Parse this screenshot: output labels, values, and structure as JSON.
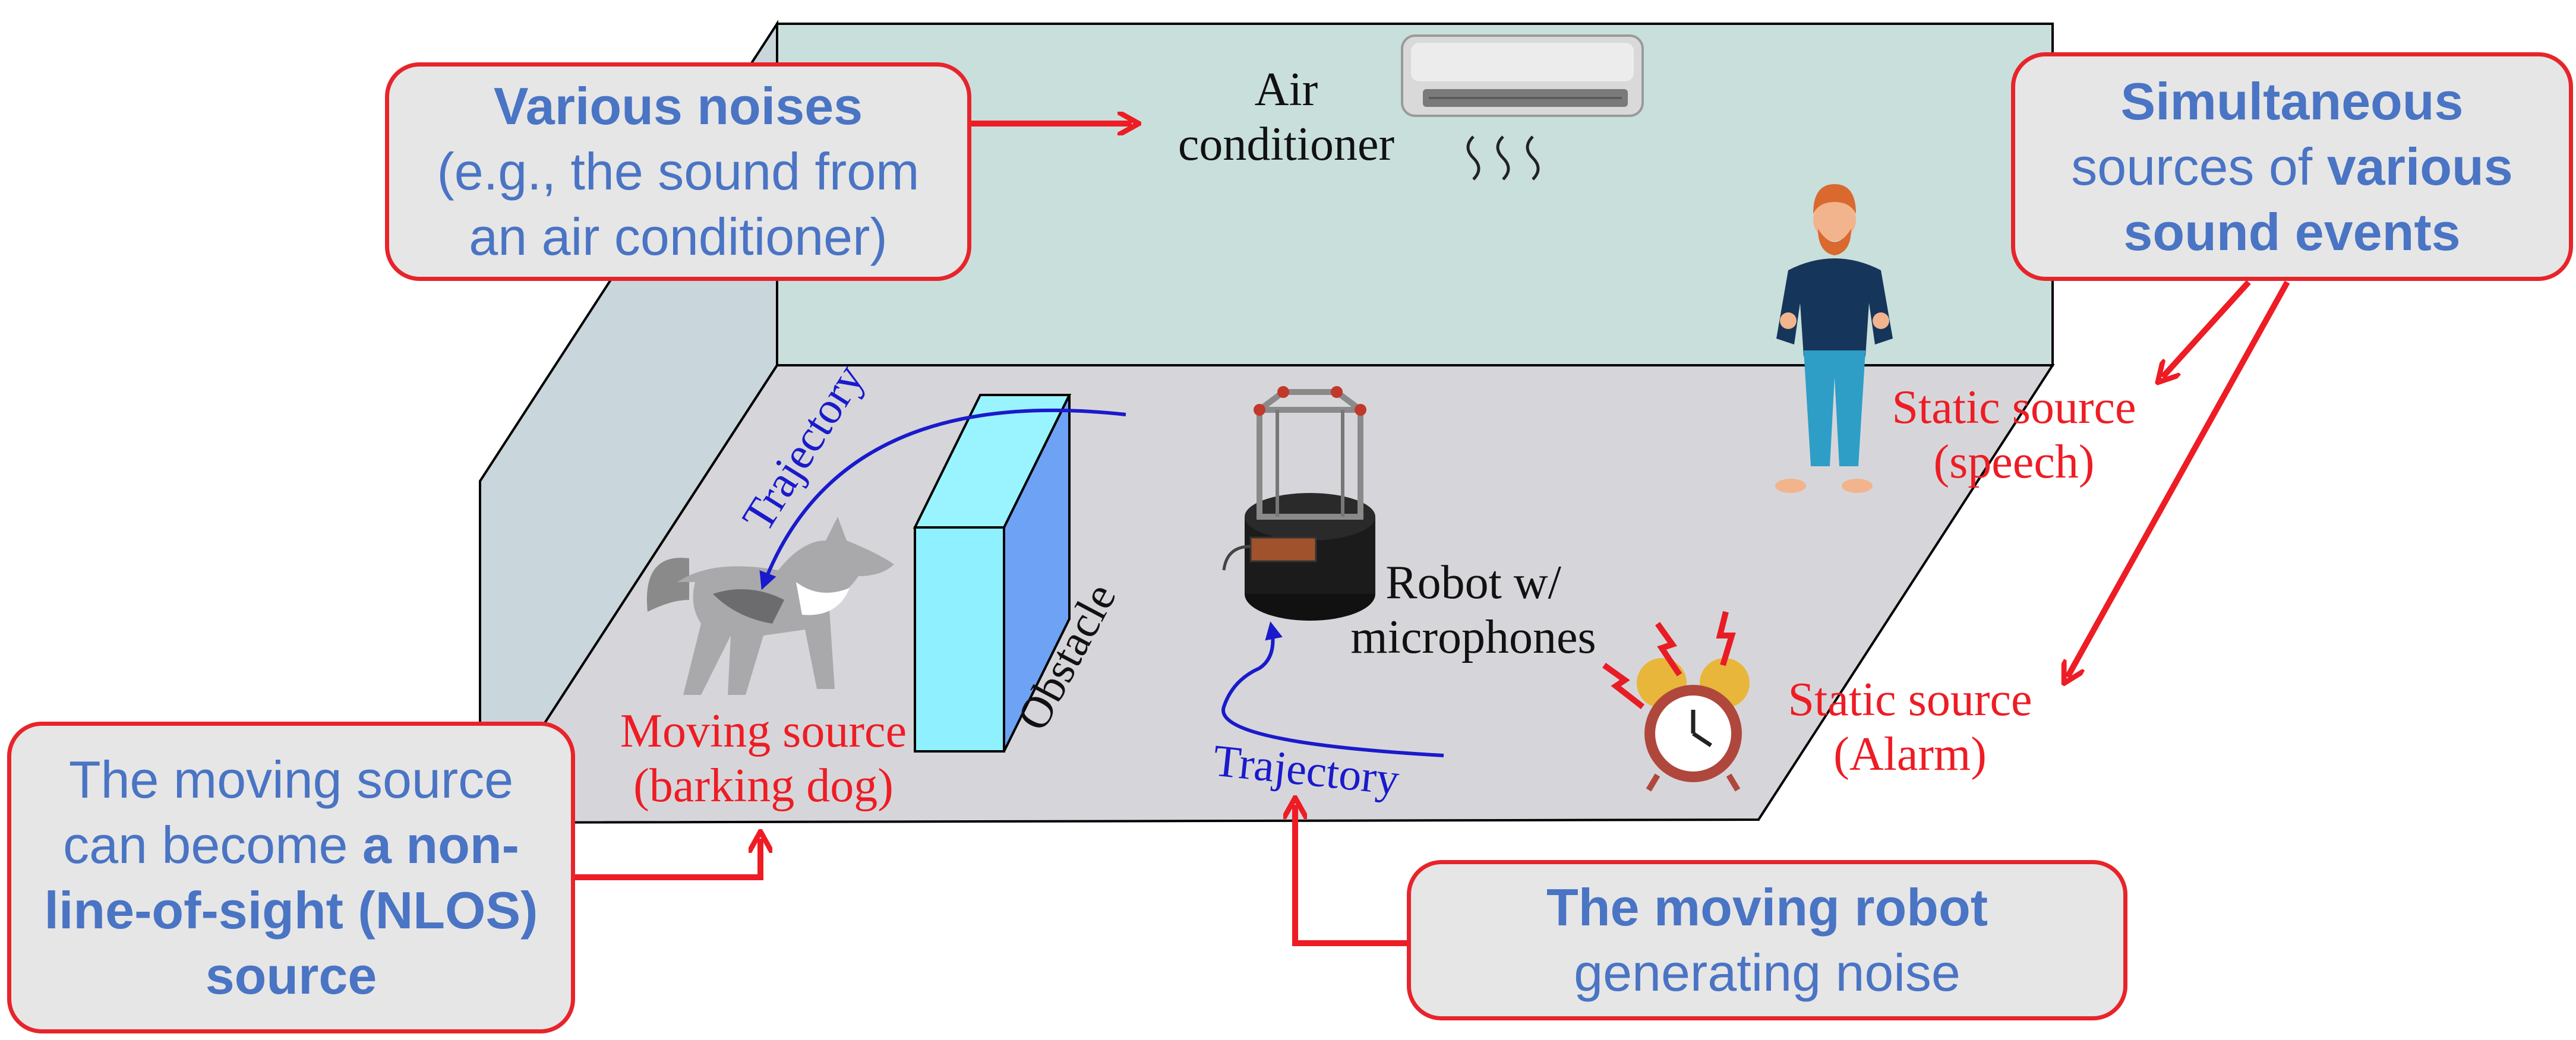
{
  "callouts": {
    "noises": {
      "line1": "Various noises",
      "line2": "(e.g., the sound from",
      "line3": "an air conditioner)"
    },
    "simultaneous": {
      "line1": "Simultaneous",
      "line2_normal": "sources of ",
      "line2_bold": "various",
      "line3": "sound events"
    },
    "nlos": {
      "line1": "The moving source",
      "line2_normal": "can become ",
      "line2_bold": "a non-",
      "line3": "line-of-sight (NLOS)",
      "line4": "source"
    },
    "robot": {
      "line1": "The moving robot",
      "line2": "generating noise"
    }
  },
  "labels": {
    "air_conditioner_1": "Air",
    "air_conditioner_2": "conditioner",
    "speech_1": "Static source",
    "speech_2": "(speech)",
    "alarm_1": "Static source",
    "alarm_2": "(Alarm)",
    "dog_1": "Moving source",
    "dog_2": "(barking dog)",
    "robot_1": "Robot w/",
    "robot_2": "microphones",
    "obstacle": "Obstacle",
    "trajectory_dog": "Trajectory",
    "trajectory_robot": "Trajectory"
  },
  "colors": {
    "callout_border": "#e8242b",
    "callout_fill": "#e6e6e6",
    "callout_text": "#4a74c4",
    "arrow": "#ee1c24",
    "trajectory": "#1a1acc",
    "back_wall": "#c9dfdc",
    "left_wall": "#c9d6dc",
    "floor": "#d6d6da",
    "obstacle_front": "#8ff0ff",
    "obstacle_side": "#6ea2f5"
  },
  "icons": [
    "air-conditioner-icon",
    "person-icon",
    "dog-icon",
    "robot-icon",
    "alarm-clock-icon",
    "obstacle-block"
  ]
}
